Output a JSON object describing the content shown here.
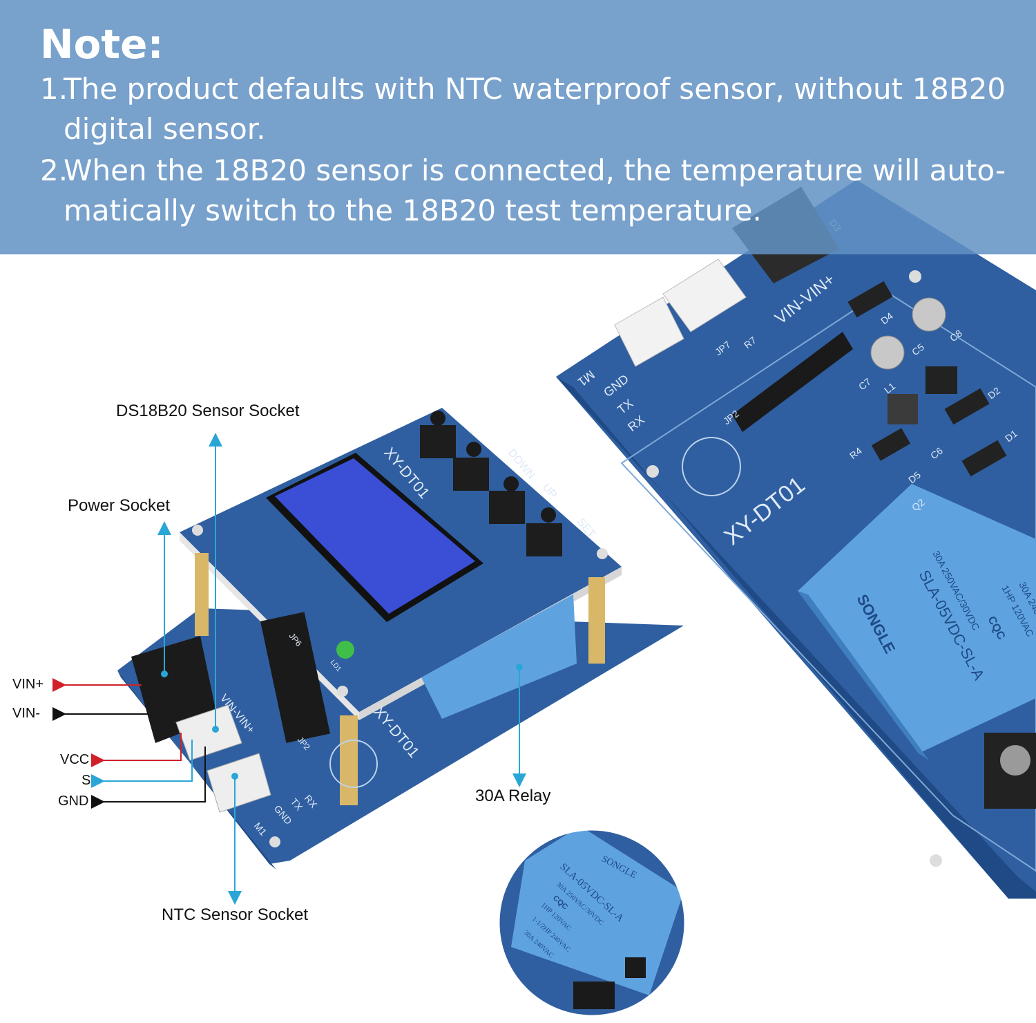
{
  "note": {
    "title": "Note:",
    "items": [
      {
        "num": "1.",
        "text": "The product defaults with NTC waterproof sensor, without 18B20 digital sensor."
      },
      {
        "num": "2.",
        "text": "When the 18B20 sensor is connected, the temperature will auto-matically switch to the 18B20 test temperature."
      }
    ]
  },
  "callouts": {
    "ds18b20": "DS18B20 Sensor Socket",
    "power": "Power Socket",
    "ntc": "NTC Sensor Socket",
    "relay": "30A Relay"
  },
  "pins": {
    "vin_plus": "VIN+",
    "vin_minus": "VIN-",
    "vcc": "VCC",
    "s": "S",
    "gnd": "GND"
  },
  "board_print": {
    "model": "XY-DT01",
    "vin": "VIN-VIN+",
    "m1": "M1",
    "gnd": "GND",
    "tx": "TX",
    "rx": "RX",
    "jp2": "JP2",
    "jp7": "JP7",
    "jp6": "JP6",
    "ld1": "LD1",
    "set": "SET",
    "up": "UP",
    "down": "DOWN",
    "d1": "D1",
    "d2": "D2",
    "d3": "D3",
    "d4": "D4",
    "d5": "D5",
    "c5": "C5",
    "c6": "C6",
    "c7": "C7",
    "c8": "C8",
    "r4": "R4",
    "r7": "R7",
    "l1": "L1",
    "q2": "Q2"
  },
  "relay_print": {
    "brand": "SONGLE",
    "model": "SLA-05VDC-SL-A",
    "rating1": "30A 250VAC/30VDC",
    "rating2": "1HP 120VAC",
    "rating3": "1-1/2HP 240VAC",
    "rating4": "30A 240VAC",
    "cqc": "CQC"
  },
  "colors": {
    "banner": "#6292c4",
    "pcb": "#2f5fa0",
    "pcb_dark": "#1f4a86",
    "relay": "#5ea3df",
    "lcd": "#3a4fd6",
    "arrow_red": "#d0202a",
    "arrow_blue": "#2aa6d6",
    "arrow_black": "#111111"
  }
}
